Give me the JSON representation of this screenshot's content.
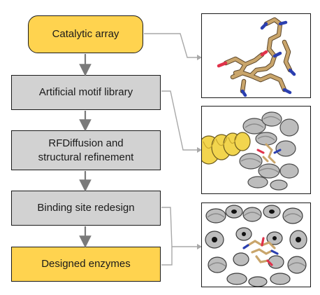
{
  "steps": [
    {
      "label": "Catalytic array"
    },
    {
      "label": "Artificial motif library"
    },
    {
      "label": "RFDiffusion and structural refinement"
    },
    {
      "label": "Binding site redesign"
    },
    {
      "label": "Designed enzymes"
    }
  ],
  "colors": {
    "highlight_fill": "#ffd34f",
    "step_fill": "#d2d2d2",
    "arrow": "#7a7a7a",
    "connector": "#a8a8a8",
    "carbon": "#c9a56b",
    "nitrogen": "#2b3fb0",
    "oxygen": "#e0324a",
    "helix": "#bdbdbd",
    "binder": "#f2d54e"
  },
  "panels": [
    {
      "icon": "catalytic-array-stick-model"
    },
    {
      "icon": "diffused-protein-with-helical-binder"
    },
    {
      "icon": "designed-enzyme-cartoon"
    }
  ]
}
